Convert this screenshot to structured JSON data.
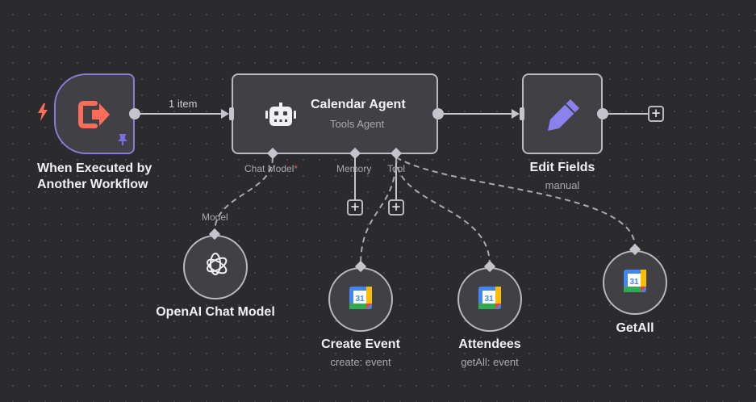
{
  "canvas": {
    "edge_label_items": "1 item"
  },
  "nodes": {
    "trigger": {
      "title_line1": "When Executed by",
      "title_line2": "Another Workflow"
    },
    "agent": {
      "title": "Calendar Agent",
      "subtitle": "Tools Agent",
      "ports": {
        "chat_model": "Chat Model",
        "required_mark": "*",
        "memory": "Memory",
        "tool": "Tool"
      }
    },
    "edit_fields": {
      "title": "Edit Fields",
      "subtitle": "manual"
    },
    "openai": {
      "title": "OpenAI Chat Model",
      "port_label": "Model"
    },
    "create_event": {
      "title": "Create Event",
      "subtitle": "create: event"
    },
    "attendees": {
      "title": "Attendees",
      "subtitle": "getAll: event"
    },
    "getall": {
      "title": "GetAll"
    }
  },
  "icons": {
    "calendar_day": "31",
    "plus": "+"
  },
  "colors": {
    "canvas_bg": "#2b2b2d",
    "node_bg": "#414145",
    "node_border": "#b9b9c0",
    "trigger_border": "#8a7bd4",
    "trigger_icon": "#ff6d5a",
    "lightning": "#ff6d5a",
    "pin": "#7a6fe0",
    "pencil": "#8b82f0",
    "required": "#f0566b"
  }
}
